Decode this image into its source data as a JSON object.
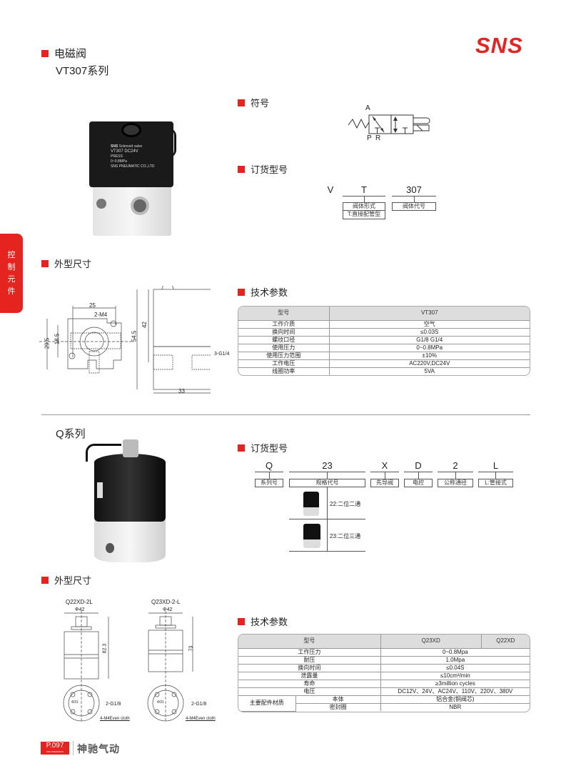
{
  "header": {
    "category": "电磁阀",
    "series": "VT307系列",
    "logo": "SNS"
  },
  "side_tab": {
    "label": [
      "控",
      "制",
      "元",
      "件"
    ]
  },
  "vt307": {
    "symbol_title": "符号",
    "symbol_ports": {
      "a": "A",
      "p": "P",
      "r": "R"
    },
    "product_label": {
      "brand": "SNS",
      "text": "Solenoid valve",
      "model": "VT307  DC24V",
      "line1": "PRESS",
      "line2": "0~0.8MPa",
      "line3": "SNS PNEUMATIC CO.,LTD"
    },
    "order_title": "订货型号",
    "order_code": [
      {
        "code": "V"
      },
      {
        "code": "T",
        "label": "阀体形式",
        "note": "T:直接配管型"
      },
      {
        "code": "307",
        "label": "阀体代号"
      }
    ],
    "dimension_title": "外型尺寸",
    "dimensions": {
      "width": "25",
      "hole": "2-M4",
      "h1": "29.5",
      "h2": "18.5",
      "height": "54.5",
      "coil": "42",
      "port": "3-G1/4",
      "depth": "33"
    },
    "spec_title": "技术参数",
    "spec": {
      "header": [
        "型号",
        "VT307"
      ],
      "rows": [
        [
          "工作介质",
          "空气"
        ],
        [
          "换向时间",
          "≤0.03S"
        ],
        [
          "螺纹口径",
          "G1/8  G1/4"
        ],
        [
          "使用压力",
          "0~0.8MPa"
        ],
        [
          "使用压力范围",
          "±10%"
        ],
        [
          "工作电压",
          "AC220V,DC24V"
        ],
        [
          "线圈功率",
          "5VA"
        ]
      ]
    }
  },
  "q_series": {
    "title": "Q系列",
    "order_title": "订货型号",
    "order_code": [
      {
        "code": "Q",
        "label": "系列号"
      },
      {
        "code": "23",
        "label": "规格代号"
      },
      {
        "code": "X",
        "label": "先导阀"
      },
      {
        "code": "D",
        "label": "电控"
      },
      {
        "code": "2",
        "label": "公称通径"
      },
      {
        "code": "L",
        "label": "L:管接式"
      }
    ],
    "spec_options": [
      "22:二位二通",
      "23:二位三通"
    ],
    "dimension_title": "外型尺寸",
    "drawings": [
      {
        "model": "Q22XD-2L",
        "dia": "Φ42",
        "height": "82.3",
        "pcd": "Φ31",
        "port": "2-G1/8",
        "holes": "4-M4Even cloth"
      },
      {
        "model": "Q23XD-2-L",
        "dia": "Φ42",
        "height": "73",
        "pcd": "Φ31",
        "port": "2-G1/8",
        "holes": "4-M4Even cloth"
      }
    ],
    "spec_title": "技术参数",
    "spec": {
      "header": [
        "型号",
        "Q23XD",
        "Q22XD"
      ],
      "rows": [
        [
          "工作压力",
          "0~0.8Mpa"
        ],
        [
          "耐压",
          "1.0Mpa"
        ],
        [
          "换向时间",
          "≤0.04S"
        ],
        [
          "泄露量",
          "≤10cm³/min"
        ],
        [
          "寿命",
          "≥3million cycles"
        ],
        [
          "电压",
          "DC12V、24V、AC24V、110V、220V、380V"
        ]
      ],
      "material_label": "主要配件材质",
      "material_rows": [
        [
          "本体",
          "铝合金(铜阀芯)"
        ],
        [
          "密封圈",
          "NBR"
        ]
      ]
    }
  },
  "footer": {
    "page": "P.097",
    "sub": "SNS PNEUMATIC",
    "brand": "神驰气动"
  },
  "colors": {
    "accent": "#e52420"
  }
}
